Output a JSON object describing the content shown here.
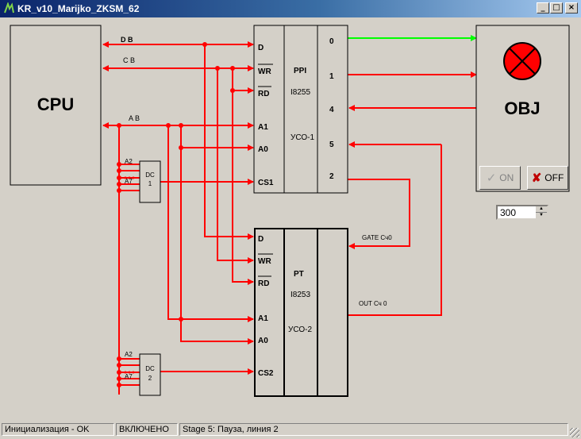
{
  "window": {
    "title": "KR_v10_Marijko_ZKSM_62",
    "min_label": "_",
    "max_label": "□",
    "close_label": "×"
  },
  "cpu": {
    "label": "CPU"
  },
  "buses": {
    "db": "D B",
    "cb": "C B",
    "ab": "A B"
  },
  "ppi": {
    "pins_left": [
      "D",
      "WR",
      "RD",
      "A1",
      "A0",
      "CS1"
    ],
    "name": "PPI",
    "chip": "I8255",
    "unit": "УСО-1",
    "ports": [
      "0",
      "1",
      "4",
      "5",
      "2"
    ]
  },
  "dc1": {
    "in_top": "A2",
    "in_bottom": "A7",
    "line1": "DC",
    "line2": "1"
  },
  "dc2": {
    "in_top": "A2",
    "in_bottom": "A7",
    "line1": "DC",
    "line2": "2"
  },
  "pt": {
    "pins_left": [
      "D",
      "WR",
      "RD",
      "A1",
      "A0",
      "CS2"
    ],
    "name": "PT",
    "chip": "I8253",
    "unit": "УСО-2",
    "gate_label": "GATE Сч0",
    "out_label": "OUT Сч 0"
  },
  "obj": {
    "label": "OBJ",
    "on_label": "ON",
    "off_label": "OFF",
    "lamp_state": "off"
  },
  "spin": {
    "value": "300"
  },
  "status": {
    "panel1": "Инициализация - OK",
    "panel2": "ВКЛЮЧЕНО",
    "panel3": "Stage 5: Пауза, линия 2"
  },
  "colors": {
    "bus": "#ff0000",
    "active_line": "#00ff00",
    "lamp": "#ff0000"
  }
}
